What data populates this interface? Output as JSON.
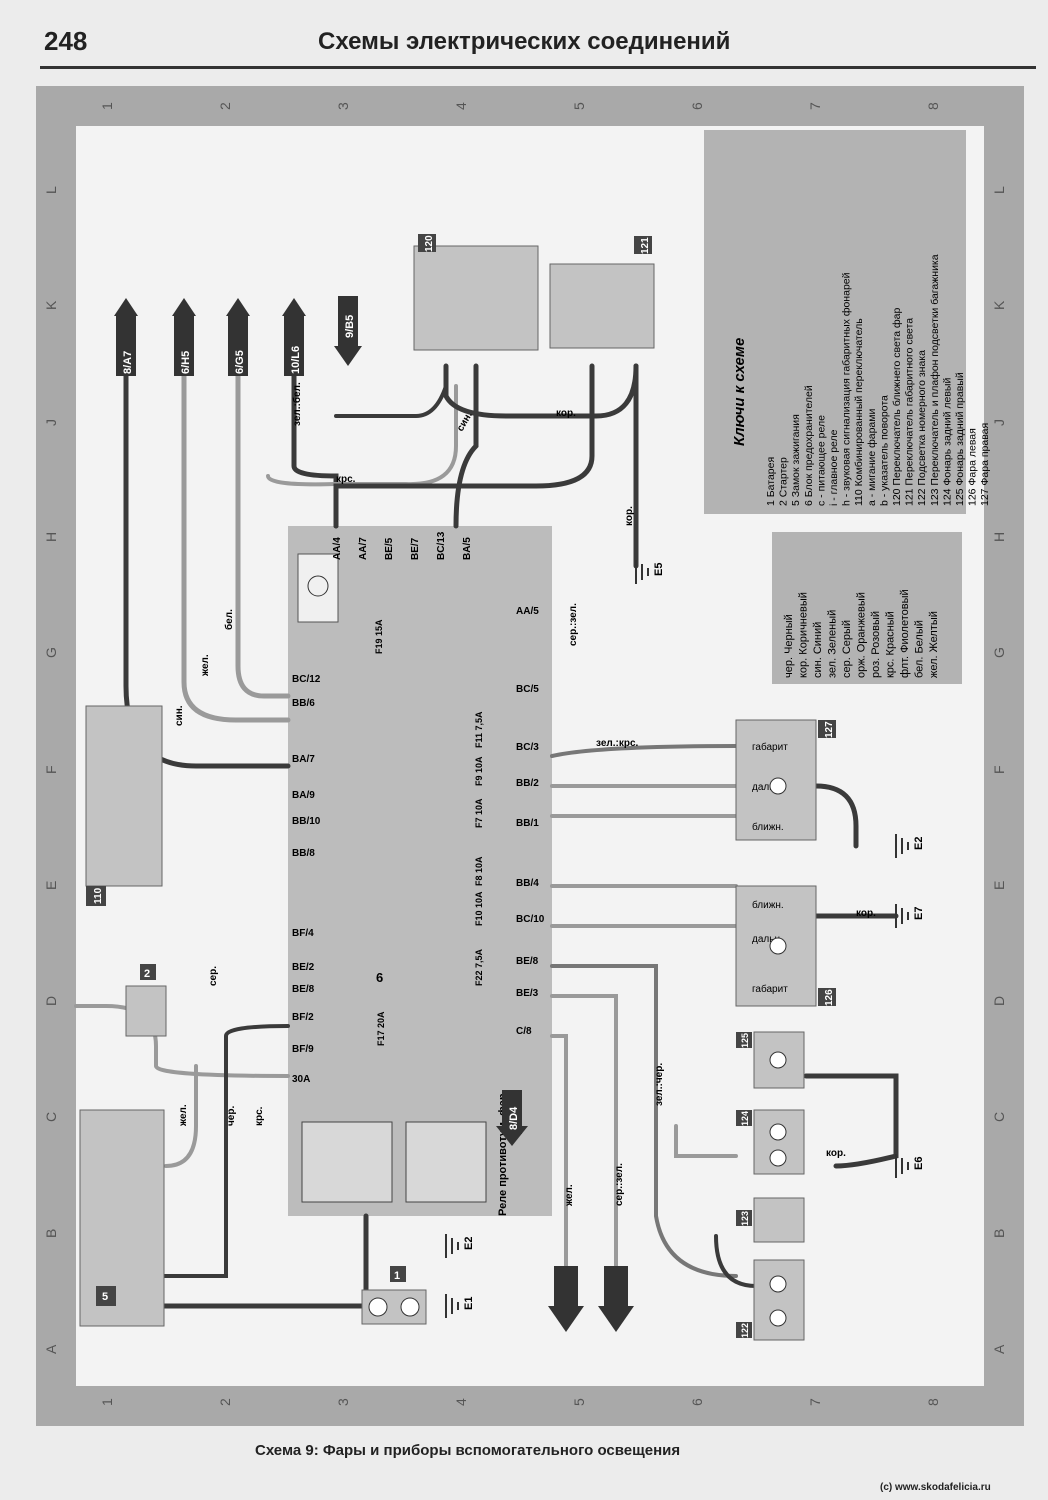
{
  "page": {
    "number": "248",
    "header": "Схемы электрических соединений",
    "caption": "Схема 9: Фары и приборы вспомогательного освещения",
    "credit": "(c) www.skodafelicia.ru"
  },
  "grid": {
    "numbers": [
      "1",
      "2",
      "3",
      "4",
      "5",
      "6",
      "7",
      "8"
    ],
    "letters": [
      "A",
      "B",
      "C",
      "D",
      "E",
      "F",
      "G",
      "H",
      "J",
      "K",
      "L"
    ]
  },
  "legend": {
    "title": "Ключи к схеме",
    "items": [
      "1 Батарея",
      "2 Стартер",
      "5 Замок зажигания",
      "6 Блок предохранителей",
      "c - питающее реле",
      "i - главное реле",
      "h - звуковая сигнализация габаритных фонарей",
      "110 Комбинированный переключатель",
      "a - мигание фарами",
      "b - указатель поворота",
      "120 Переключатель ближнего света фар",
      "121 Переключатель габаритного света",
      "122 Подсветка номерного знака",
      "123 Переключатель и плафон подсветки багажника",
      "124 Фонарь задний левый",
      "125 Фонарь задний правый",
      "126 Фара левая",
      "127 Фара правая"
    ]
  },
  "colors_legend": {
    "items": [
      "чер. Черный",
      "кор. Коричневый",
      "син. Синий",
      "зел. Зеленый",
      "сер. Серый",
      "орж. Оранжевый",
      "роз. Розовый",
      "крс. Красный",
      "флт. Фиолетовый",
      "бел. Белый",
      "жел. Желтый"
    ]
  },
  "components": {
    "c1": "1",
    "c2": "2",
    "c5": "5",
    "c6": "6",
    "c110": "110",
    "c120": "120",
    "c121": "121",
    "c122": "122",
    "c123": "123",
    "c124": "124",
    "c125": "125",
    "c126": "126",
    "c127": "127"
  },
  "arrows": {
    "a1": "8/A7",
    "a2": "6/H5",
    "a3": "6/G5",
    "a4": "10/L6",
    "a5": "9/B5",
    "a6": "8/D4"
  },
  "relay_label": "Реле противотум. фар",
  "grounds": {
    "e1": "E1",
    "e2a": "E2",
    "e2b": "E2",
    "e5": "E5",
    "e6": "E6",
    "e7": "E7"
  },
  "fuse_box_pins": {
    "left": [
      "BC/12",
      "BB/6",
      "BA/7",
      "BA/9",
      "BB/10",
      "BB/8",
      "BF/4",
      "BE/2",
      "BE/8",
      "BF/2",
      "BF/9",
      "30A"
    ],
    "right": [
      "AA/5",
      "BC/5",
      "BC/3",
      "BB/2",
      "BB/1",
      "BB/4",
      "BC/10",
      "BE/8",
      "BE/3",
      "C/8"
    ],
    "top": [
      "AA/4",
      "AA/7",
      "BE/5",
      "BE/7",
      "BC/13",
      "BA/5"
    ]
  },
  "fuses": [
    "F19 15A",
    "F11 7,5A",
    "F9 10A",
    "F7 10A",
    "F8 10A",
    "F10 10A",
    "F22 7,5A",
    "F17 20A"
  ],
  "headlamp_labels": {
    "sidelight": "габарит",
    "main": "дальн.",
    "dipped": "ближн."
  },
  "wire_labels": {
    "kor": "кор.",
    "sin": "син.",
    "zhel": "жел.",
    "bel": "бел.",
    "cher": "чер.",
    "krs": "крс.",
    "ser": "сер.",
    "ser_zel": "сер.:зел.",
    "zel_bel": "зел.:бел.",
    "zel_krs": "зел.:крс.",
    "zel_cher": "зел.:чер."
  },
  "line_colors": {
    "wire": "#3a3a3a",
    "light_wire": "#9a9a9a",
    "box": "#b9b9b9",
    "frame": "#8a8a8a"
  }
}
